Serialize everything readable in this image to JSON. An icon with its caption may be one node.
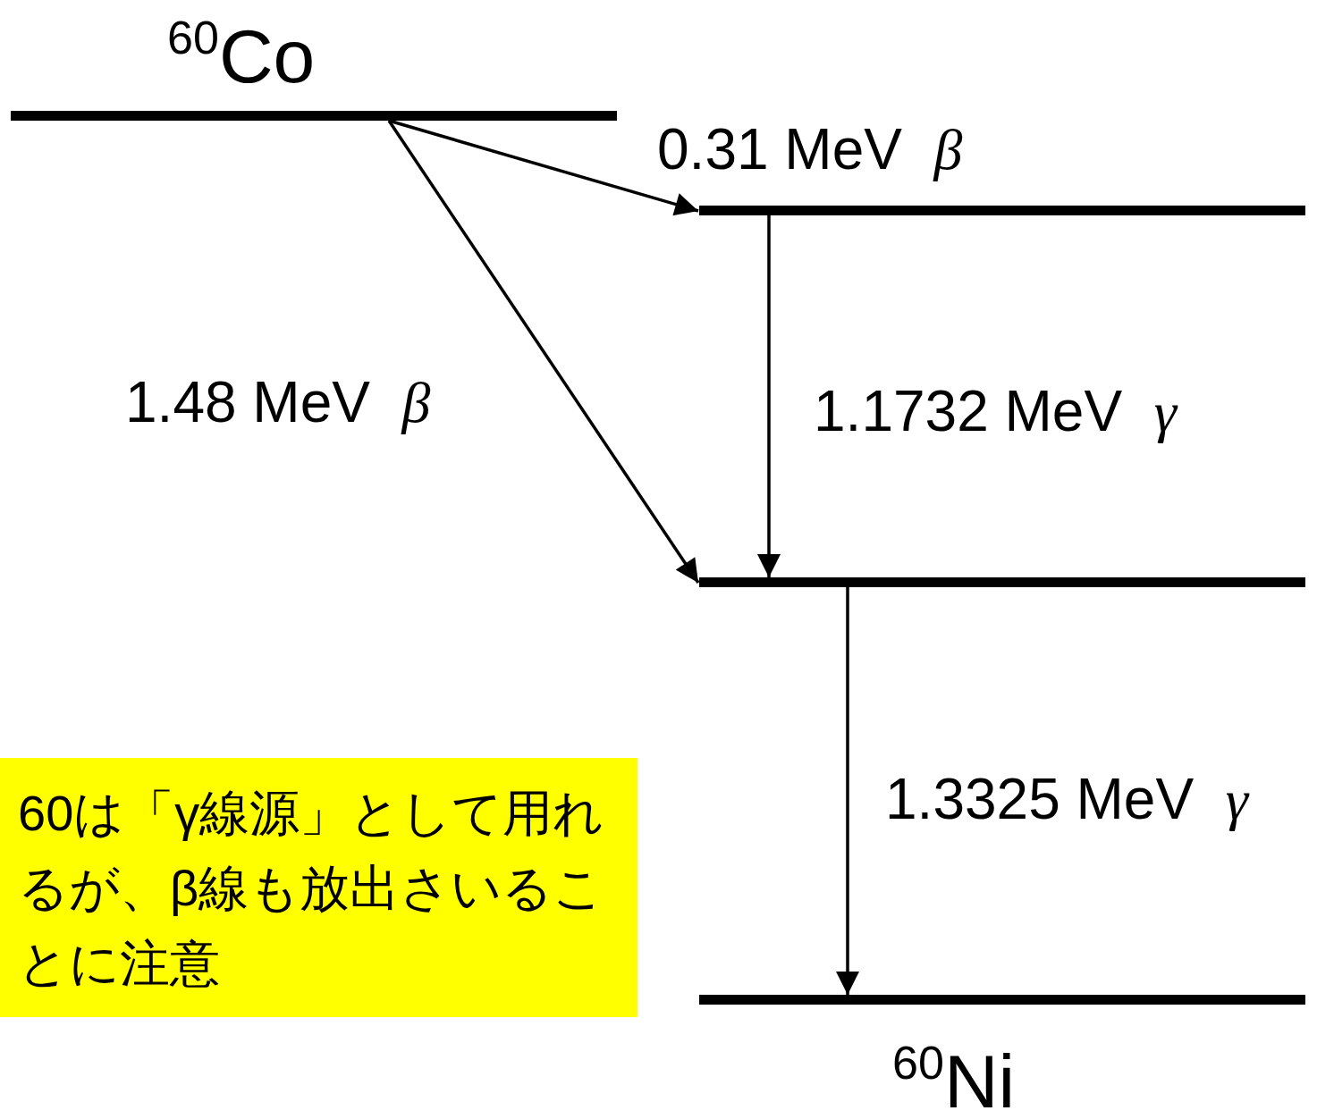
{
  "diagram": {
    "nodes": [
      {
        "text": [
          "$^{60}$Co"
        ]
      },
      {
        "text": [],
        "shape": "bar"
      },
      {
        "text": [],
        "shape": "bar"
      },
      {
        "text": [
          "$^{60}$Ni"
        ]
      },
      {
        "text": [
          "60は「γ線源」として用れるが、β線も放出さいることに注意"
        ]
      }
    ],
    "edges": [
      {
        "from": 0,
        "to": 1,
        "arrow": "to",
        "label": "0.31 MeV  *β*"
      },
      {
        "from": 0,
        "to": 2,
        "arrow": "to",
        "label": "1.48 MeV  *β*"
      },
      {
        "from": 1,
        "to": 2,
        "arrow": "to",
        "label": "1.1732 MeV  *γ*"
      },
      {
        "from": 2,
        "to": 3,
        "arrow": "to",
        "label": "1.3325 MeV  *γ*"
      }
    ]
  }
}
